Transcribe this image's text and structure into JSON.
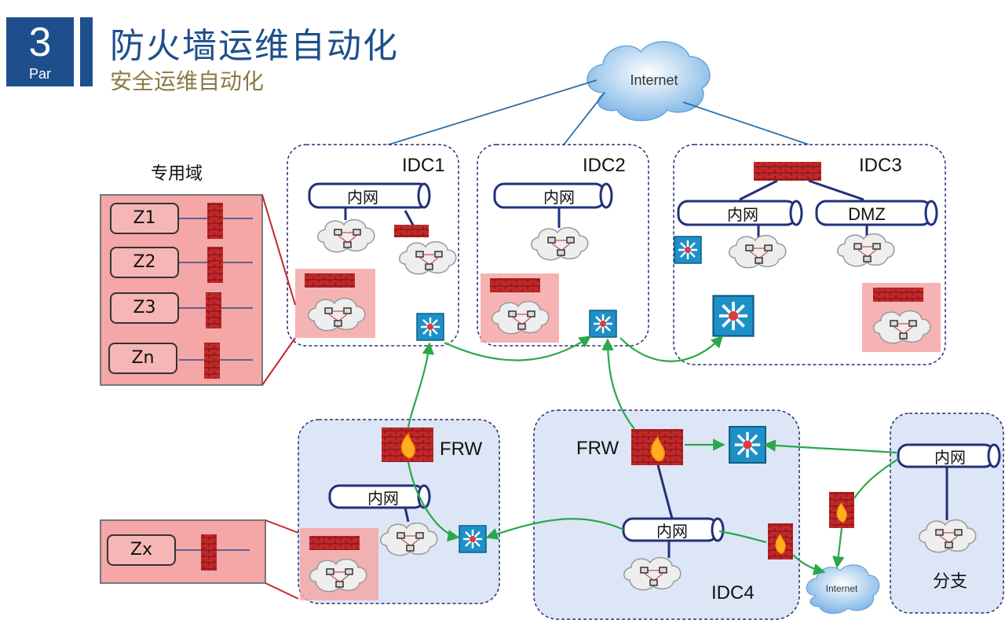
{
  "header": {
    "badge_number": "3",
    "badge_text": "Par",
    "title": "防火墙运维自动化",
    "subtitle": "安全运维自动化"
  },
  "clouds": {
    "internet_top": "Internet",
    "internet_bottom": "Internet"
  },
  "domain": {
    "label": "专用域",
    "zones": [
      "Z1",
      "Z2",
      "Z3",
      "Zn"
    ],
    "zone_x": "Zx"
  },
  "idcs": {
    "idc1": "IDC1",
    "idc2": "IDC2",
    "idc3": "IDC3",
    "idc4": "IDC4"
  },
  "network_labels": {
    "intranet": "内网",
    "dmz": "DMZ",
    "branch": "分支"
  },
  "firewall_labels": {
    "frw_left": "FRW",
    "frw_right": "FRW"
  },
  "colors": {
    "brand_blue": "#1e4f8c",
    "subtitle_gold": "#8a7a45",
    "zone_pink": "#f6b6b6",
    "firewall_red": "#c0282a",
    "link_green": "#2aa84a",
    "region_blue": "#dce6f6",
    "dashed_border": "#2b2f6e"
  }
}
